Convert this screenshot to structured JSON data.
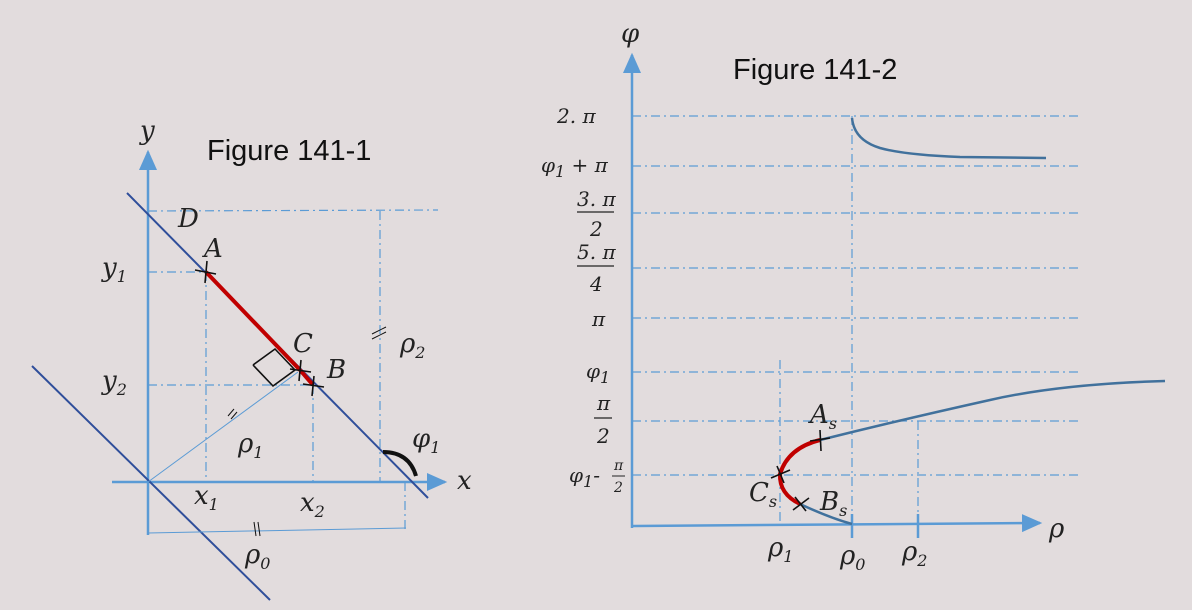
{
  "figure1": {
    "title": "Figure 141-1",
    "labels": {
      "y": "y",
      "x": "x",
      "D": "D",
      "A": "A",
      "B": "B",
      "C": "C",
      "y1": "y",
      "y1_sub": "1",
      "y2": "y",
      "y2_sub": "2",
      "x1": "x",
      "x1_sub": "1",
      "x2": "x",
      "x2_sub": "2",
      "rho0": "ρ",
      "rho0_sub": "0",
      "rho1": "ρ",
      "rho1_sub": "1",
      "rho2": "ρ",
      "rho2_sub": "2",
      "phi1": "φ",
      "phi1_sub": "1"
    }
  },
  "figure2": {
    "title": "Figure 141-2",
    "labels": {
      "phi_axis": "φ",
      "rho_axis": "ρ",
      "rho1": "ρ",
      "rho1_sub": "1",
      "rho0": "ρ",
      "rho0_sub": "0",
      "rho2": "ρ",
      "rho2_sub": "2",
      "As": "A",
      "As_sub": "s",
      "Bs": "B",
      "Bs_sub": "s",
      "Cs": "C",
      "Cs_sub": "s"
    },
    "ticks": {
      "two_pi": "2. π",
      "phi1_plus_pi_a": "φ",
      "phi1_plus_pi_sub": "1",
      "phi1_plus_pi_b": " + π",
      "three_pi_num": "3. π",
      "three_pi_den": "2",
      "five_pi_num": "5. π",
      "five_pi_den": "4",
      "pi": "π",
      "phi1_a": "φ",
      "phi1_sub": "1",
      "half_pi_num": "π",
      "half_pi_den": "2",
      "phi1_minus_a": "φ",
      "phi1_minus_sub": "1",
      "phi1_minus_dash": "-",
      "phi1_minus_num": "π",
      "phi1_minus_den": "2"
    }
  }
}
